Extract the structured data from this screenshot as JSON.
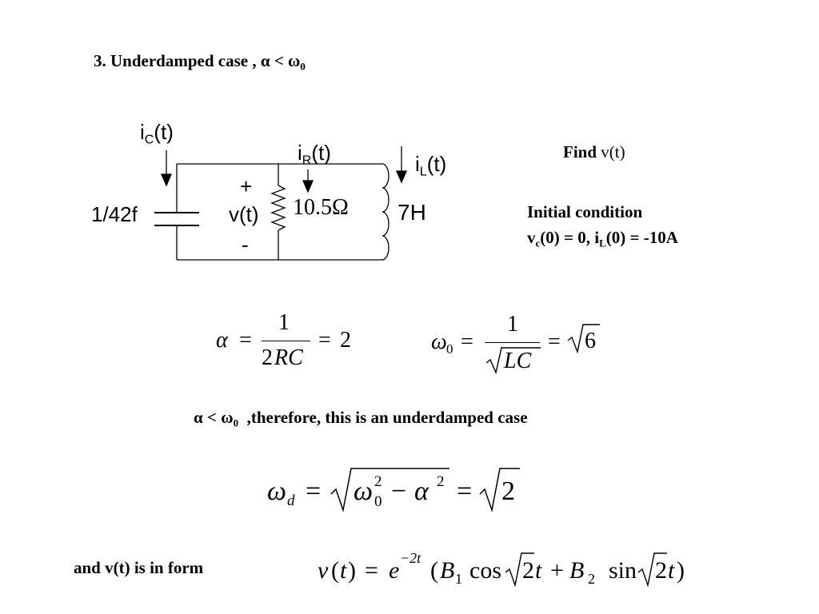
{
  "heading": {
    "prefix": "3. Underdamped case , ",
    "alpha": "α",
    "op": " < ",
    "omega": "ω",
    "omega_sub": "0"
  },
  "circuit": {
    "ic_main": "i",
    "ic_sub": "C",
    "ic_tail": "(t)",
    "ir_main": "i",
    "ir_sub": "R",
    "ir_tail": "(t)",
    "il_main": "i",
    "il_sub": "L",
    "il_tail": "(t)",
    "capacitor_value": "1/42f",
    "plus": "+",
    "voltage": "v(t)",
    "minus": "-",
    "resistor_value": "10.5Ω",
    "inductor_value": "7H"
  },
  "find": {
    "prefix": "Find ",
    "target": "v(t)"
  },
  "initial": {
    "title": "Initial condition",
    "v": "v",
    "v_sub": "c",
    "part1": "(0) = 0, i",
    "i_sub": "L",
    "part2": "(0) = -10A"
  },
  "eq_alpha": {
    "lhs": "α",
    "eq1": "=",
    "num": "1",
    "den_2": "2",
    "den_rc": "RC",
    "eq2": "=",
    "value": "2"
  },
  "eq_omega0": {
    "lhs": "ω",
    "lhs_sub": "0",
    "eq1": "=",
    "num": "1",
    "den_lc": "LC",
    "eq2": "=",
    "value": "6"
  },
  "conclusion": {
    "alpha": "α",
    "op": " < ",
    "omega": "ω",
    "omega_sub": "0",
    "text": "  ,therefore, this is an underdamped case"
  },
  "eq_omegad": {
    "lhs": "ω",
    "lhs_sub": "d",
    "eq1": "=",
    "omega": "ω",
    "omega_sup": "2",
    "omega_sub": "0",
    "minus": "−",
    "alpha": "α",
    "alpha_sup": "2",
    "eq2": "=",
    "value": "2"
  },
  "form_label": "and v(t) is in form",
  "eq_vt": {
    "v": "v",
    "lp": "(",
    "t": "t",
    "rp": ")",
    "eq": "=",
    "e": "e",
    "exp": "−2t",
    "open": "(",
    "b1": "B",
    "b1_sub": "1",
    "cos": "cos",
    "two_a": "2",
    "t_a": "t",
    "plus": "+",
    "b2": "B",
    "b2_sub": "2",
    "sin": "sin",
    "two_b": "2",
    "t_b": "t",
    "close": ")"
  }
}
